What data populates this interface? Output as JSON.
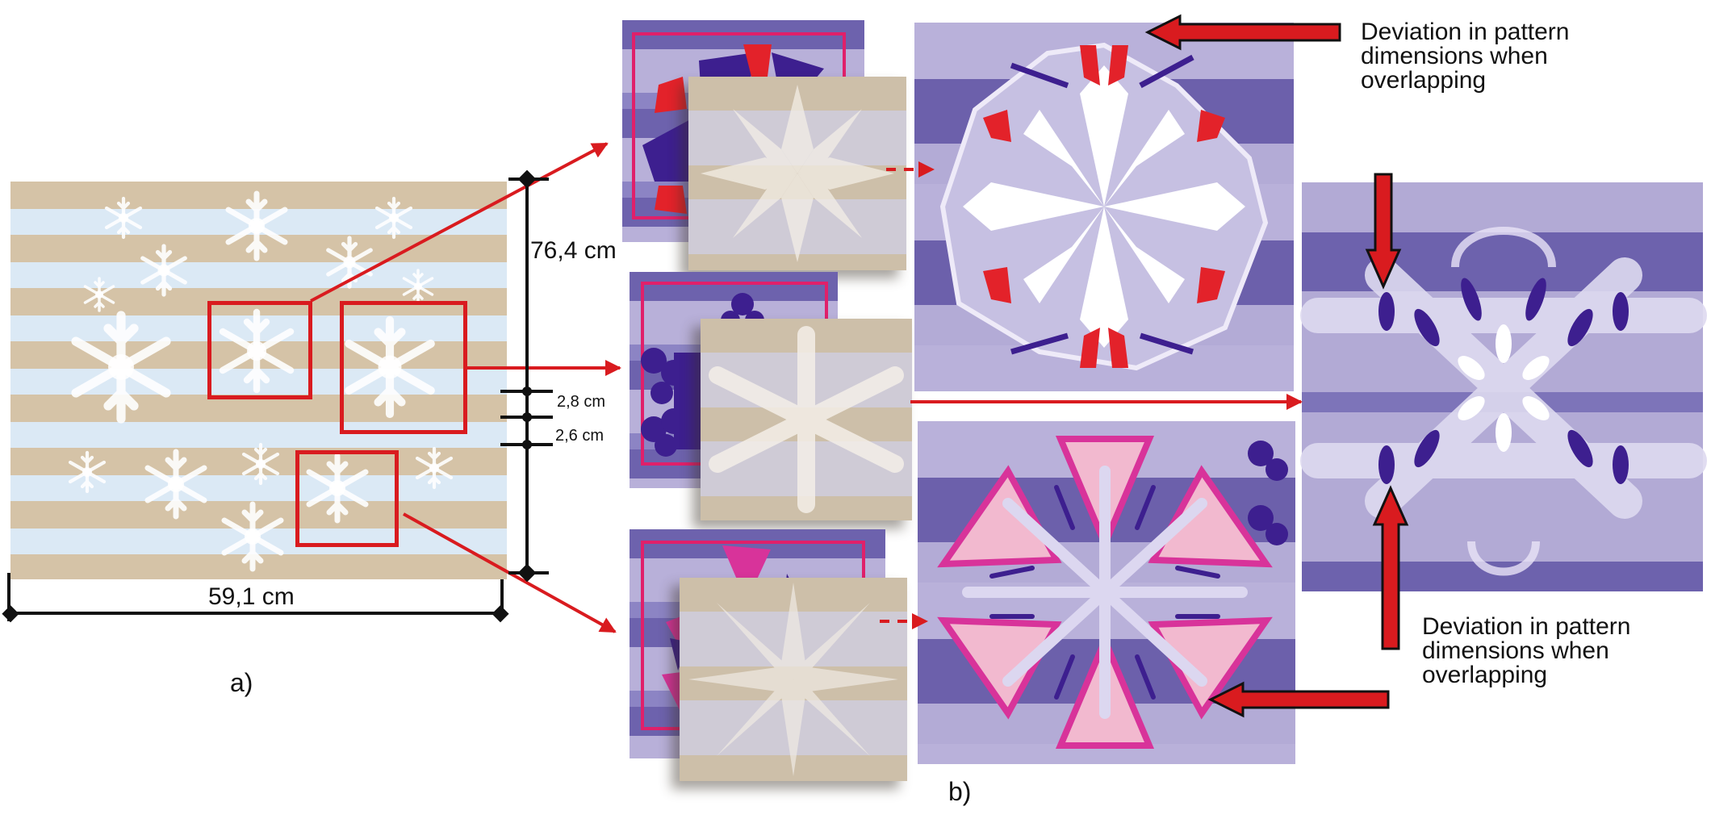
{
  "figure": {
    "panel_a": {
      "label": "a)",
      "width_dimension": "59,1 cm",
      "height_dimension": "76,4 cm",
      "stripe_dimension_1": "2,8 cm",
      "stripe_dimension_2": "2,6 cm",
      "stripe_colors": [
        "#d5c3a7",
        "#dbe9f5"
      ],
      "highlight_boxes": 3
    },
    "panel_b": {
      "label": "b)",
      "annotation_top": {
        "line1": "Deviation in pattern",
        "line2": "dimensions when",
        "line3": "overlapping"
      },
      "annotation_bottom": {
        "line1": "Deviation in pattern",
        "line2": "dimensions when",
        "line3": "overlapping"
      },
      "rows": [
        {
          "name": "row-1",
          "pattern": "star-snowflake"
        },
        {
          "name": "row-2",
          "pattern": "dendrite-snowflake"
        },
        {
          "name": "row-3",
          "pattern": "spiky-snowflake"
        }
      ]
    },
    "colors": {
      "arrow_red": "#d91b1f",
      "purple_dark": "#4a2a99",
      "purple_mid": "#6d62ad",
      "purple_light": "#b8b0d9",
      "pink": "#e0206a"
    }
  }
}
